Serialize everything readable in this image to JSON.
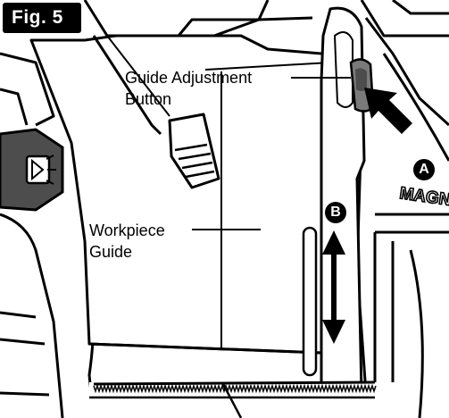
{
  "figure": {
    "badge": "Fig. 5",
    "callouts": {
      "guide_adjustment_line1": "Guide Adjustment",
      "guide_adjustment_line2": "Button",
      "workpiece_line1": "Workpiece",
      "workpiece_line2": "Guide"
    },
    "markers": {
      "a": "A",
      "b": "B"
    },
    "embossed_text": "MAGNES",
    "colors": {
      "ink": "#000000",
      "body_gray": "#a6a6a6",
      "dark_gray": "#4d4d4d",
      "light_gray": "#cfcfcf",
      "paper": "#ffffff"
    }
  }
}
